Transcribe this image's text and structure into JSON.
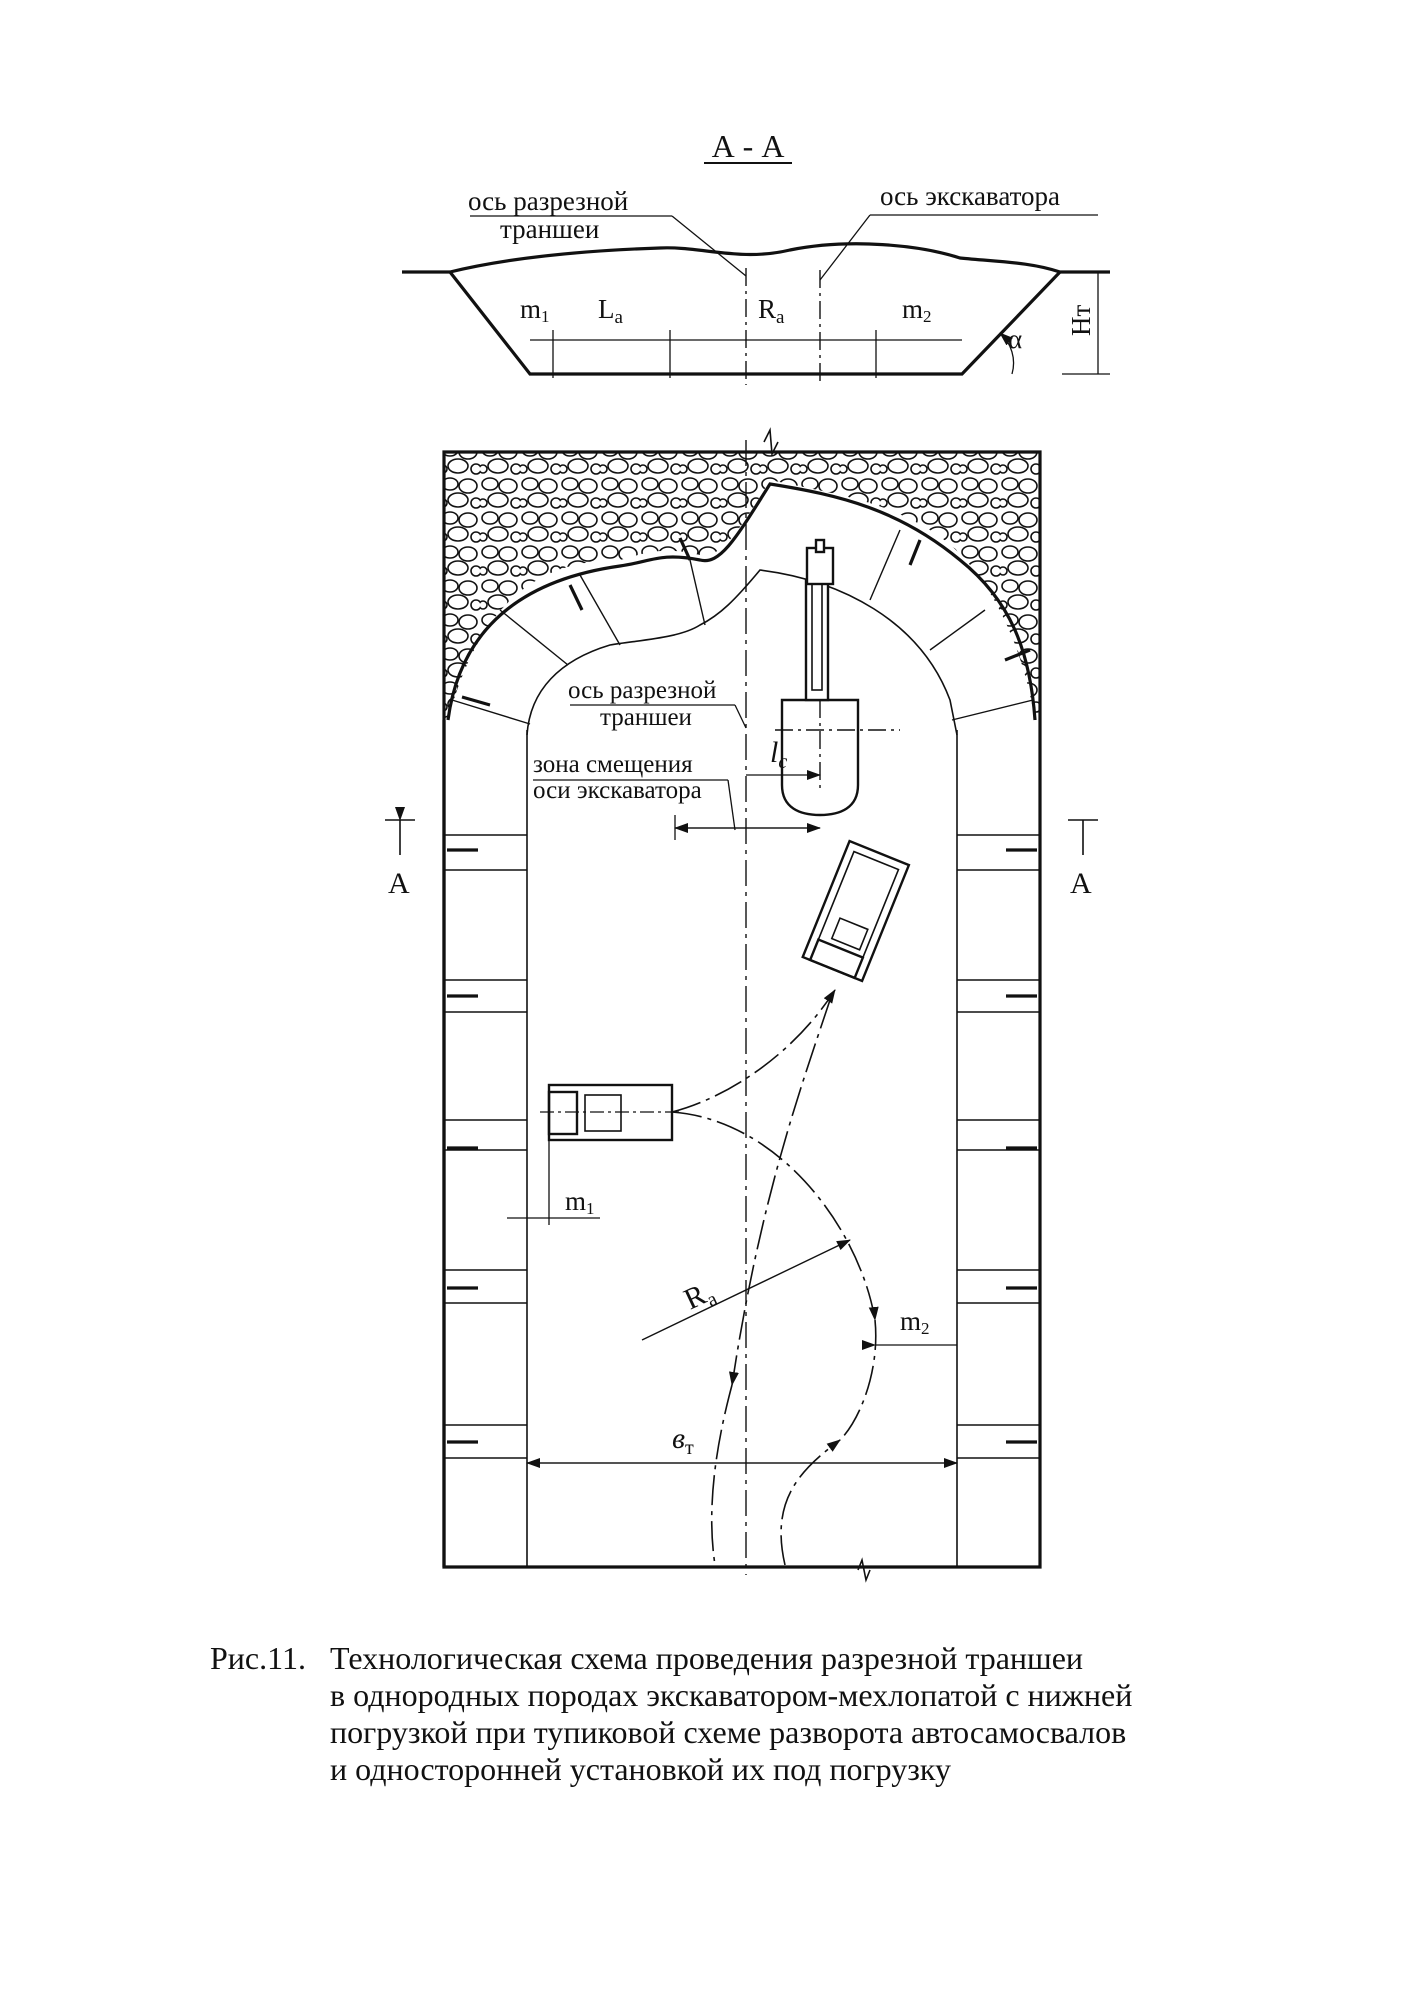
{
  "section": {
    "title": "А - А",
    "label_trench_axis_1": "ось разрезной",
    "label_trench_axis_2": "траншеи",
    "label_excavator_axis": "ось экскаватора",
    "dim_m1": "m",
    "dim_m1_sub": "1",
    "dim_La": "L",
    "dim_La_sub": "a",
    "dim_Ra": "R",
    "dim_Ra_sub": "a",
    "dim_m2": "m",
    "dim_m2_sub": "2",
    "alpha": "α",
    "Ht": "Нт"
  },
  "plan": {
    "label_trench_axis_1": "ось разрезной",
    "label_trench_axis_2": "траншеи",
    "label_zone_1": "зона смещения",
    "label_zone_2": "оси экскаватора",
    "lc": "l",
    "lc_sub": "c",
    "section_mark_left": "А",
    "section_mark_right": "А",
    "m1": "m",
    "m1_sub": "1",
    "Ra": "R",
    "Ra_sub": "a",
    "m2": "m",
    "m2_sub": "2",
    "bt": "в",
    "bt_sub": "т"
  },
  "caption": {
    "number": "Рис.11.",
    "line1": "Технологическая схема проведения разрезной траншеи",
    "line2": "в однородных породах экскаватором-мехлопатой с нижней",
    "line3": "погрузкой при тупиковой схеме разворота автосамосвалов",
    "line4": "и односторонней установкой их под погрузку"
  }
}
